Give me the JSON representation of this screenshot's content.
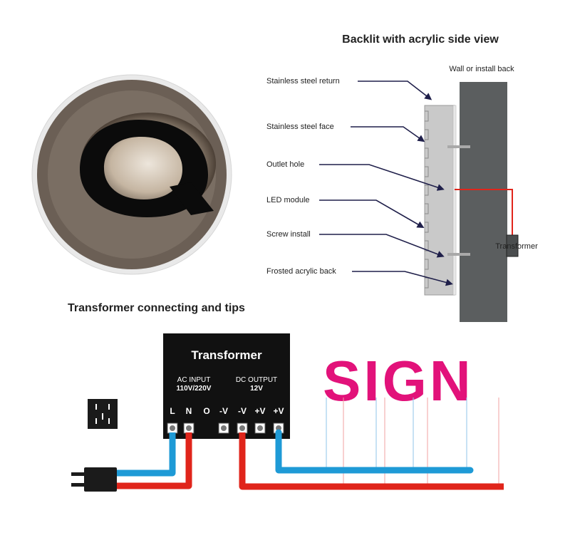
{
  "side_view": {
    "title": "Backlit with acrylic side view",
    "wall_label": "Wall or install back",
    "labels": [
      "Stainless steel return",
      "Stainless steel face",
      "Outlet hole",
      "LED module",
      "Screw install",
      "Frosted acrylic back"
    ],
    "transformer_label": "Transformer"
  },
  "logo": {
    "letter": "Q"
  },
  "wiring": {
    "title": "Transformer connecting and tips",
    "box_title": "Transformer",
    "ac_input_label": "AC INPUT",
    "ac_input_value": "110V/220V",
    "dc_output_label": "DC OUTPUT",
    "dc_output_value": "12V",
    "terminals": [
      "L",
      "N",
      "O",
      "-V",
      "-V",
      "+V",
      "+V"
    ],
    "sign_text": "SIGN"
  },
  "colors": {
    "wall": "#5b5e5f",
    "sign_panel": "#c9c9c9",
    "wire_red": "#e0251b",
    "wire_blue": "#1e9ad6",
    "sign_pink": "#e2127a",
    "transformer_box": "#111111"
  }
}
